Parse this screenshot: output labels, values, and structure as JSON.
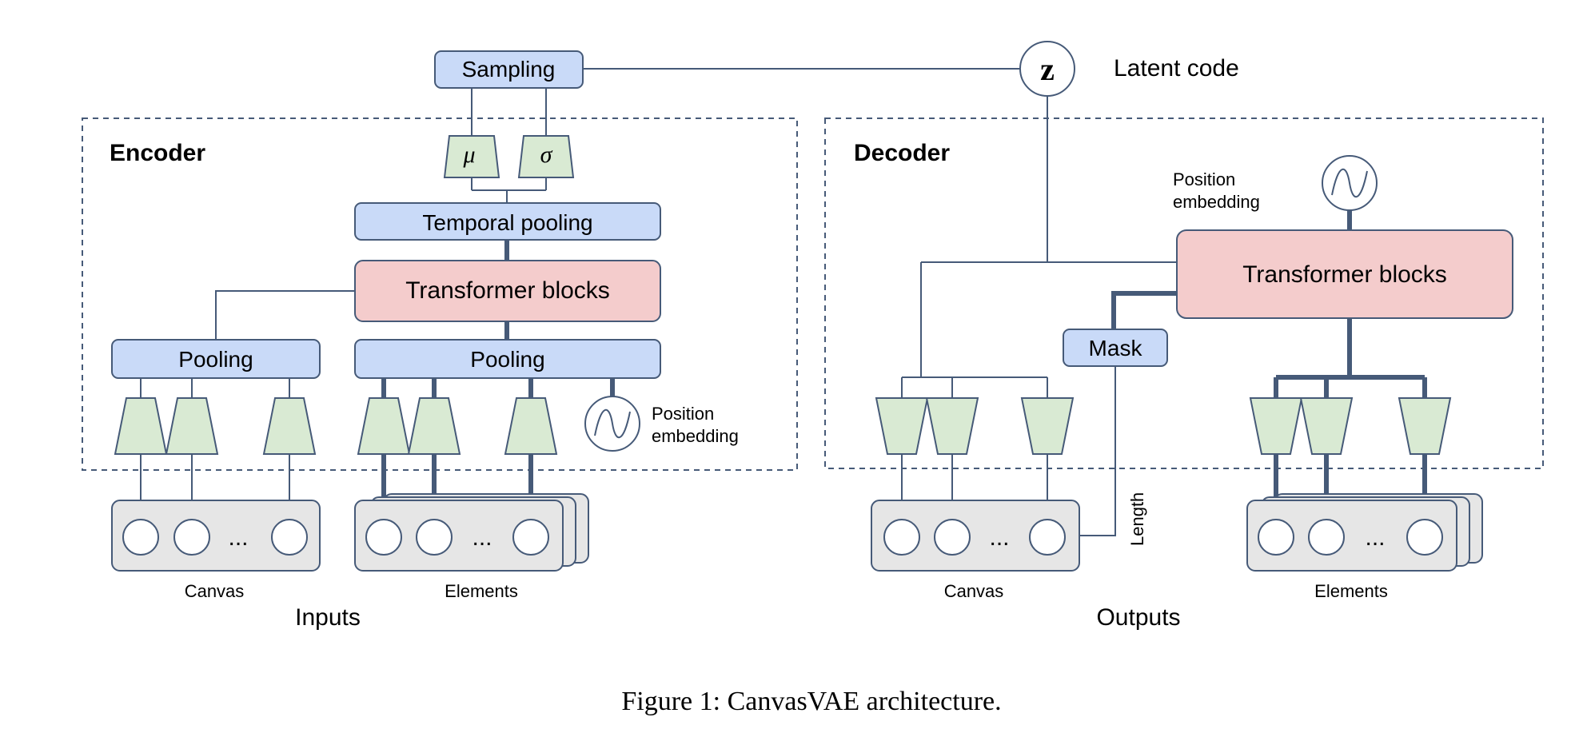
{
  "latent": {
    "symbol": "z",
    "label": "Latent code"
  },
  "encoder": {
    "title": "Encoder",
    "sampling": "Sampling",
    "mu": "μ",
    "sigma": "σ",
    "temporal_pooling": "Temporal pooling",
    "transformer": "Transformer blocks",
    "pooling_canvas": "Pooling",
    "pooling_elements": "Pooling",
    "position_embedding_line1": "Position",
    "position_embedding_line2": "embedding"
  },
  "decoder": {
    "title": "Decoder",
    "transformer": "Transformer blocks",
    "mask": "Mask",
    "position_embedding_line1": "Position",
    "position_embedding_line2": "embedding",
    "length": "Length"
  },
  "inputs": {
    "group_label": "Inputs",
    "canvas_label": "Canvas",
    "elements_label": "Elements",
    "ellipsis": "..."
  },
  "outputs": {
    "group_label": "Outputs",
    "canvas_label": "Canvas",
    "elements_label": "Elements",
    "ellipsis": "..."
  },
  "caption": "Figure 1: CanvasVAE architecture.",
  "colors": {
    "pooling_block": "#c9daf8",
    "transformer_block": "#f4cccc",
    "embedding_trapezoid": "#d9ead3",
    "tray": "#e6e6e6",
    "line": "#465a78"
  }
}
